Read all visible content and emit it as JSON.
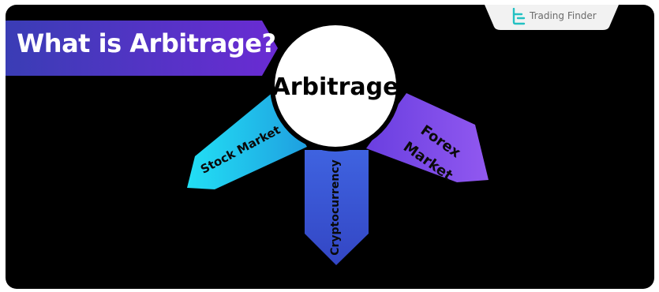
{
  "title": "What is Arbitrage?",
  "brand": {
    "name": "Trading Finder",
    "icon": "trading-finder-logo-icon"
  },
  "diagram": {
    "center": "Arbitrage",
    "branches": [
      {
        "label": "Stock Market",
        "color": "#22d3ee"
      },
      {
        "label": "Cryptocurrency",
        "color": "#3b5bdb"
      },
      {
        "label_line1": "Forex",
        "label_line2": "Market",
        "color": "#7c4dff"
      }
    ]
  },
  "colors": {
    "background": "#000000",
    "title_gradient_start": "#3b3fb8",
    "title_gradient_end": "#6d28d9",
    "center_circle": "#ffffff",
    "brand_accent": "#22c1c3"
  }
}
